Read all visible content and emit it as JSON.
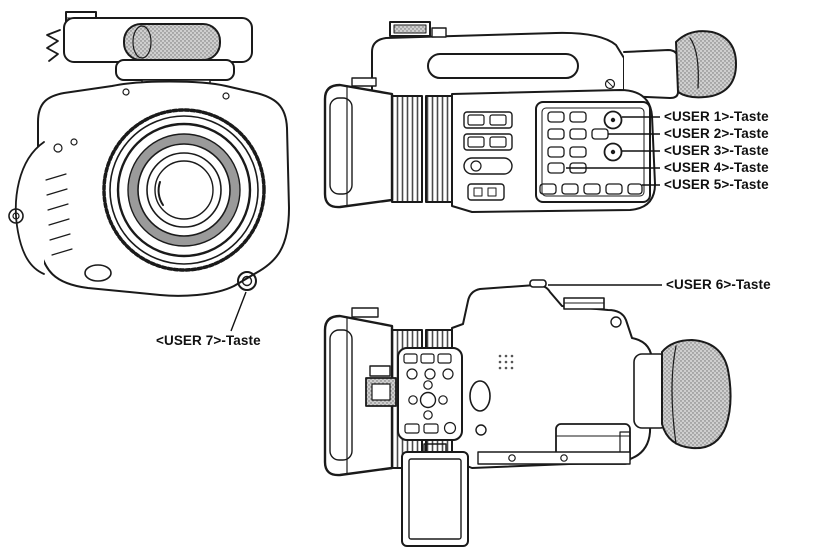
{
  "labels": {
    "user1": "<USER 1>-Taste",
    "user2": "<USER 2>-Taste",
    "user3": "<USER 3>-Taste",
    "user4": "<USER 4>-Taste",
    "user5": "<USER 5>-Taste",
    "user6": "<USER 6>-Taste",
    "user7": "<USER 7>-Taste"
  },
  "colors": {
    "line": "#1a1a1a",
    "leader_line": "#111111",
    "stipple_fill": "#cfcfcf",
    "background": "#ffffff"
  }
}
